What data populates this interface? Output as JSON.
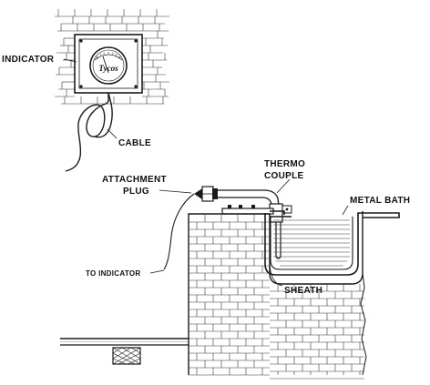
{
  "labels": {
    "indicator": "INDICATOR",
    "cable": "CABLE",
    "attachment_plug_line1": "ATTACHMENT",
    "attachment_plug_line2": "PLUG",
    "thermo_couple_line1": "THERMO",
    "thermo_couple_line2": "COUPLE",
    "metal_bath": "METAL BATH",
    "to_indicator": "TO INDICATOR",
    "sheath": "SHEATH"
  },
  "dial": {
    "brand": "Tycos"
  }
}
